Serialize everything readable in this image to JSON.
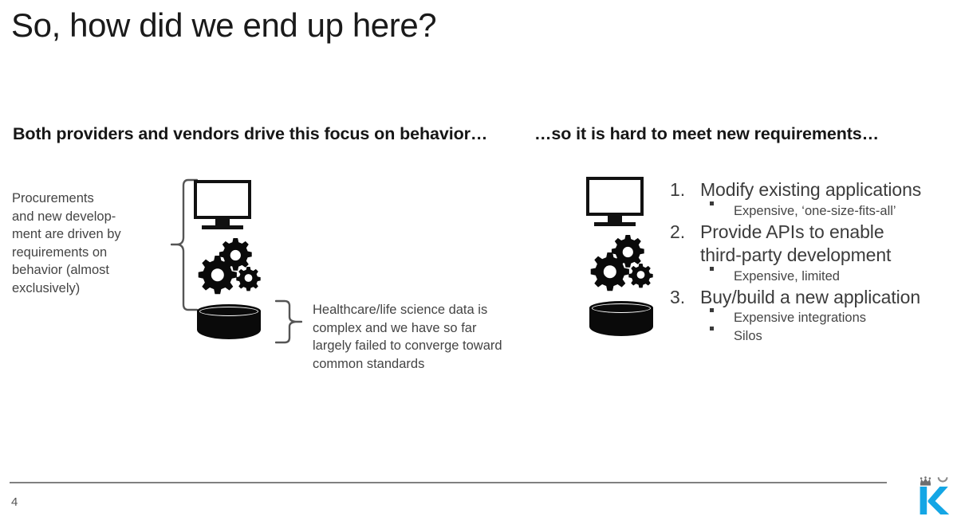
{
  "slide": {
    "title": "So, how did we end up here?",
    "page_number": "4"
  },
  "left_column": {
    "heading": "Both providers and vendors drive this focus on behavior…",
    "note_lines": [
      "Procurements",
      "and new develop-",
      "ment are driven by",
      "requirements on",
      "behavior (almost",
      "exclusively)"
    ],
    "data_note_lines": [
      "Healthcare/life science data is",
      "complex and we have so far",
      "largely failed to converge toward",
      "common standards"
    ],
    "icons": {
      "monitor": "monitor-icon",
      "gears": "gears-icon",
      "database": "database-cylinder-icon"
    },
    "braces": {
      "upper": "curly-brace-left",
      "lower": "curly-brace-right"
    }
  },
  "right_column": {
    "heading": "…so it is hard to meet new requirements…",
    "icons": {
      "monitor": "monitor-icon",
      "gears": "gears-icon",
      "database": "database-cylinder-icon"
    },
    "items": [
      {
        "marker": "1.",
        "text": "Modify existing applications",
        "subs": [
          "Expensive, ‘one-size-fits-all’"
        ]
      },
      {
        "marker": "2.",
        "text": "Provide APIs to enable\nthird-party development",
        "subs": [
          "Expensive, limited"
        ]
      },
      {
        "marker": "3.",
        "text": "Buy/build a new application",
        "subs": [
          "Expensive integrations",
          "Silos"
        ]
      }
    ]
  },
  "footer": {
    "rule": "horizontal-rule",
    "logo_letter": "K",
    "logo_name": "karolinska-k-logo",
    "logo_color": "#14A6E5"
  }
}
